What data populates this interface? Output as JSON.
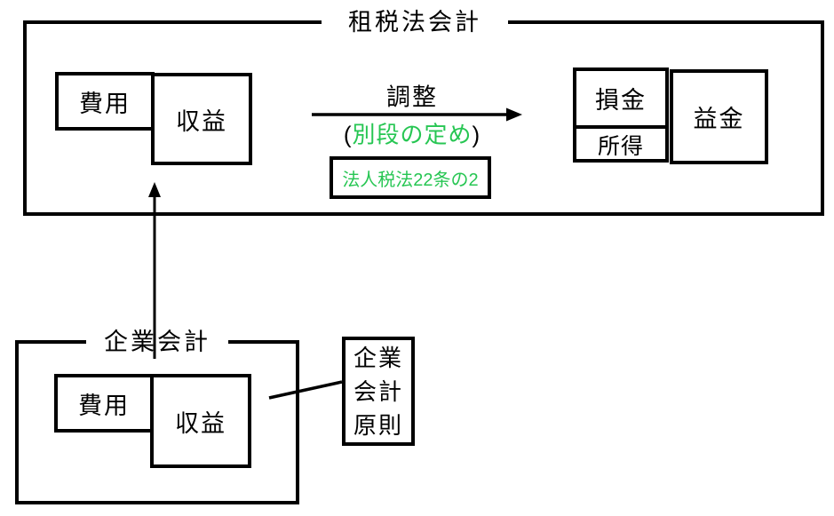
{
  "tax_section": {
    "title": "租税法会計",
    "expense_label": "費用",
    "revenue_label": "収益",
    "adjustment_label": "調整",
    "special_provision": {
      "open_paren": "(",
      "text": "別段の定め",
      "close_paren": ")"
    },
    "law_reference": "法人税法22条の2",
    "deductible_label": "損金",
    "income_label": "所得",
    "gross_revenue_label": "益金"
  },
  "corporate_section": {
    "title": "企業会計",
    "expense_label": "費用",
    "revenue_label": "収益"
  },
  "principles_box": {
    "line1": "企業",
    "line2": "会計",
    "line3": "原則"
  },
  "colors": {
    "accent_green": "#27c653",
    "line_color": "#000000"
  }
}
